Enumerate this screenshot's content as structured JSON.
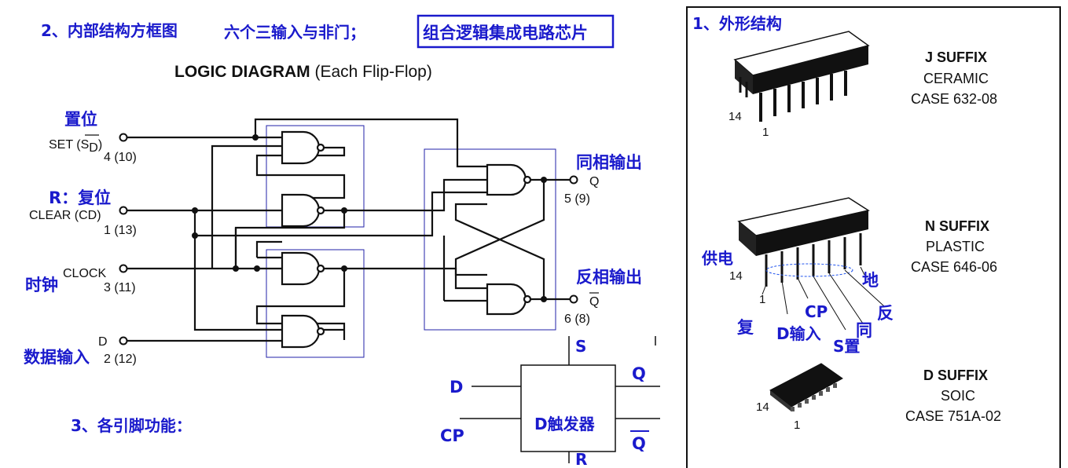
{
  "left": {
    "heading": "2、内部结构方框图",
    "subtitle": "六个三输入与非门；",
    "chip_label": "组合逻辑集成电路芯片",
    "diagram_title_bold": "LOGIC DIAGRAM",
    "diagram_title_rest": " (Each Flip-Flop)",
    "set_cn": "置位",
    "set_label": "SET (S",
    "set_sub": "D",
    "set_close": ")",
    "set_pin": "4 (10)",
    "reset_cn": "R：复位",
    "clear_label": "CLEAR (CD)",
    "clear_pin": "1 (13)",
    "clock_cn": "时钟",
    "clock_label": "CLOCK",
    "clock_pin": "3 (11)",
    "d_label": "D",
    "d_pin": "2 (12)",
    "data_cn": "数据输入",
    "q_cn": "同相输出",
    "q_label": "Q",
    "q_pin": "5 (9)",
    "qbar_cn": "反相输出",
    "qbar_label": "Q",
    "qbar_pin": "6 (8)",
    "pin_heading": "3、各引脚功能：",
    "dff": {
      "title": "D触发器",
      "s": "S",
      "d": "D",
      "cp": "CP",
      "q": "Q",
      "qbar": "Q",
      "r": "R"
    }
  },
  "right": {
    "heading": "1、外形结构",
    "j_suffix": "J SUFFIX",
    "j_type": "CERAMIC",
    "j_case": "CASE 632-08",
    "n_suffix": "N SUFFIX",
    "n_type": "PLASTIC",
    "n_case": "CASE 646-06",
    "d_suffix": "D SUFFIX",
    "d_type": "SOIC",
    "d_case": "CASE 751A-02",
    "pin14": "14",
    "pin1": "1",
    "pin_labels": {
      "vcc": "供电",
      "gnd": "地",
      "reset": "复",
      "dinput": "D输入",
      "cp": "CP",
      "sset": "S置",
      "same": "同",
      "inv": "反"
    }
  },
  "colors": {
    "blue": "#1a1acc",
    "black": "#111111",
    "frame_blue": "#2222aa"
  }
}
